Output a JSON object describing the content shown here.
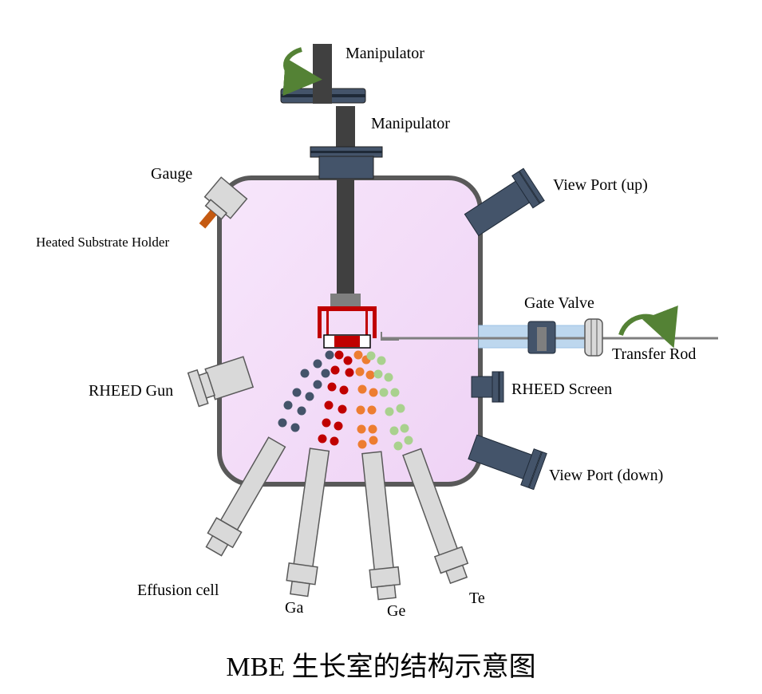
{
  "labels": {
    "manipulator_top": "Manipulator",
    "manipulator_mid": "Manipulator",
    "gauge": "Gauge",
    "heated_substrate_holder": "Heated Substrate Holder",
    "view_port_up": "View Port (up)",
    "gate_valve": "Gate Valve",
    "transfer_rod": "Transfer Rod",
    "rheed_gun": "RHEED Gun",
    "rheed_screen": "RHEED Screen",
    "view_port_down": "View Port (down)",
    "effusion_cell": "Effusion cell",
    "ga": "Ga",
    "ge": "Ge",
    "te": "Te"
  },
  "caption": "MBE 生长室的结构示意图",
  "colors": {
    "chamber_fill": "#f3ddf8",
    "chamber_stroke": "#595959",
    "port_fill": "#44546a",
    "cell_fill": "#d9d9d9",
    "rod_fill": "#404040",
    "holder_red": "#c00000",
    "dot_slate": "#44546a",
    "dot_red": "#c00000",
    "dot_orange": "#ed7d31",
    "dot_green": "#a9d18e",
    "arrow_green": "#548235",
    "gate_blue": "#bdd7ee",
    "gauge_orange": "#c55a11"
  },
  "icons": {
    "rotation_top": "curved-arrow-icon",
    "rotation_transfer": "curved-arrow-icon"
  }
}
